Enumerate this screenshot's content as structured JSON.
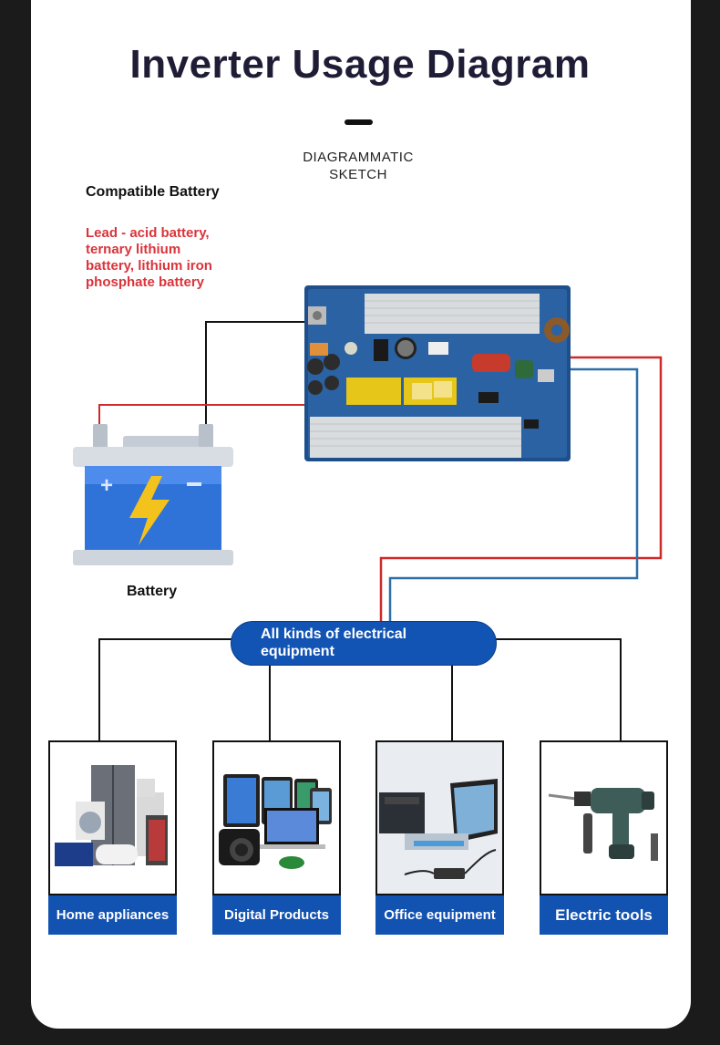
{
  "title": "Inverter Usage Diagram",
  "subtitle_line1": "DIAGRAMMATIC",
  "subtitle_line2": "SKETCH",
  "compatible": {
    "heading": "Compatible Battery",
    "line1": "Lead - acid battery,",
    "line2": "ternary lithium",
    "line3": "battery, lithium iron",
    "line4": "phosphate battery"
  },
  "battery_label": "Battery",
  "hub_label_line1": "All kinds of electrical",
  "hub_label_line2": "equipment",
  "equipment": [
    {
      "label": "Home appliances",
      "icon": "home-appliances-icon"
    },
    {
      "label": "Digital Products",
      "icon": "digital-products-icon"
    },
    {
      "label": "Office equipment",
      "icon": "office-equipment-icon"
    },
    {
      "label": "Electric tools",
      "icon": "electric-drill-icon"
    }
  ],
  "colors": {
    "title": "#1f1c36",
    "accent_red": "#d9343b",
    "wire_red": "#cf2a2a",
    "wire_blue": "#2f6fa8",
    "label_blue": "#1252b1",
    "hub_blue": "#1254b4"
  }
}
